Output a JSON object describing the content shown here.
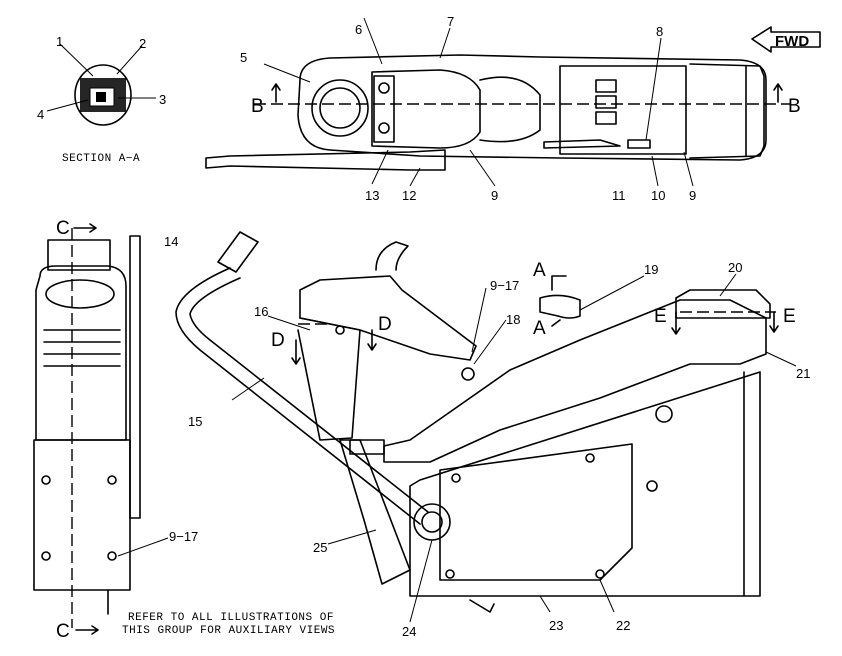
{
  "callouts": {
    "c1": "1",
    "c2": "2",
    "c3": "3",
    "c4": "4",
    "c5": "5",
    "c6": "6",
    "c7": "7",
    "c8": "8",
    "c9a": "9",
    "c9b": "9",
    "c10": "10",
    "c11": "11",
    "c12": "12",
    "c13": "13",
    "c14": "14",
    "c15": "15",
    "c16": "16",
    "c17a": "9−17",
    "c17b": "9−17",
    "c18": "18",
    "c19": "19",
    "c20": "20",
    "c21": "21",
    "c22": "22",
    "c23": "23",
    "c24": "24",
    "c25": "25"
  },
  "section_markers": {
    "b_left": "B",
    "b_right": "B",
    "c_top": "C",
    "c_bottom": "C",
    "d_left": "D",
    "d_right": "D",
    "e_left": "E",
    "e_right": "E",
    "a_top": "A",
    "a_bottom": "A"
  },
  "section_title": "SECTION A−A",
  "fwd_label": "FWD",
  "note_line1": "REFER TO ALL ILLUSTRATIONS OF",
  "note_line2": "THIS GROUP FOR AUXILIARY VIEWS"
}
